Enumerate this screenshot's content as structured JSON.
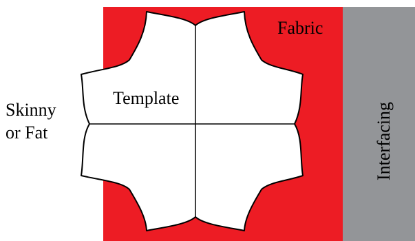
{
  "labels": {
    "fabric": "Fabric",
    "template": "Template",
    "side_label_line1": "Skinny",
    "side_label_line2": "or Fat",
    "interfacing": "Interfacing"
  },
  "colors": {
    "fabric": "#ED1C24",
    "interfacing": "#939598",
    "template_fill": "#FFFFFF",
    "outline": "#000000",
    "fabric_text": "#000000",
    "interfacing_text": "#000000",
    "side_text": "#000000"
  }
}
